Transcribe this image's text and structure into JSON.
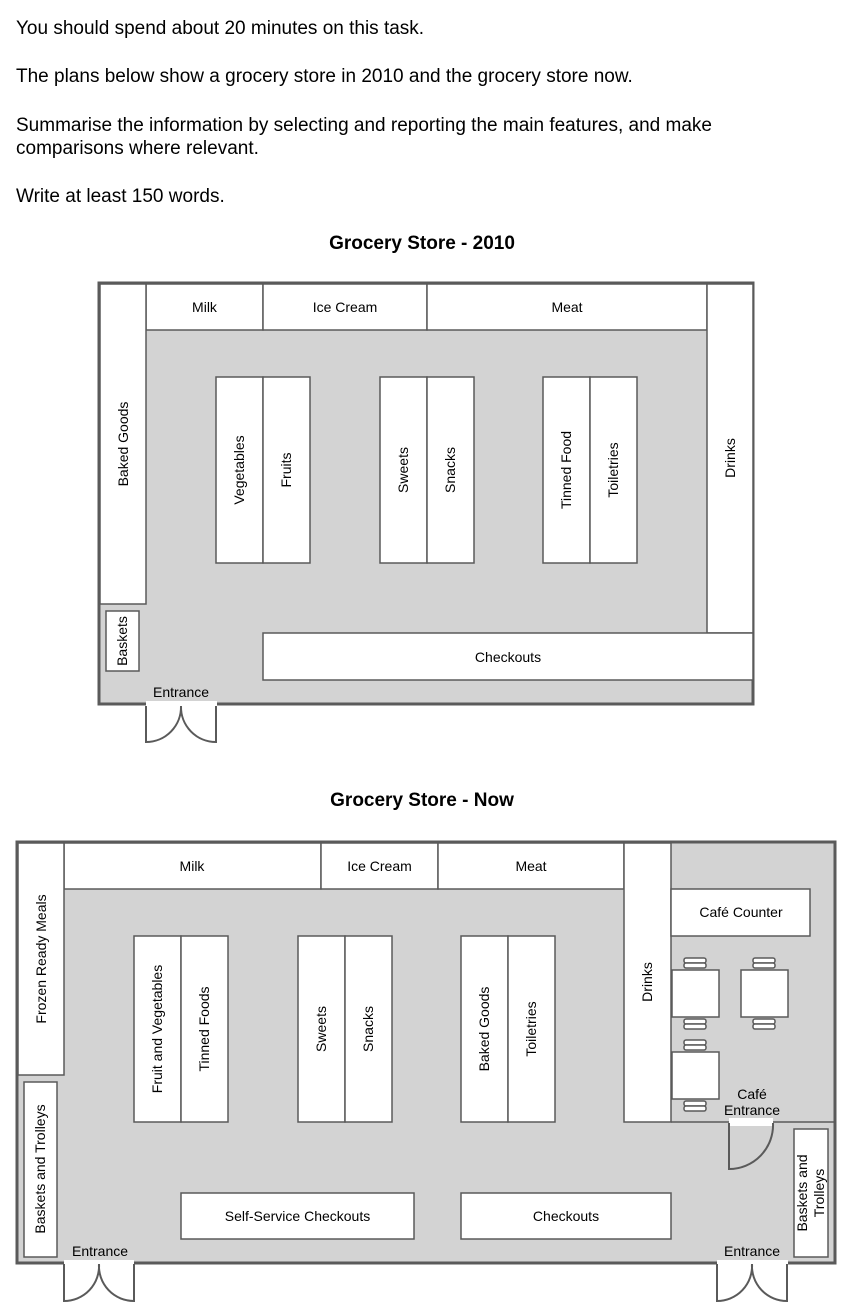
{
  "task": {
    "time": "You should spend about 20 minutes on this task.",
    "description": "The plans below show a grocery store in 2010 and the grocery store now.",
    "instruction_line1": "Summarise the information by selecting and reporting the main features, and make",
    "instruction_line2": "comparisons where relevant.",
    "word_count": "Write at least 150 words."
  },
  "plan_2010": {
    "title": "Grocery Store - 2010",
    "milk": "Milk",
    "ice_cream": "Ice Cream",
    "meat": "Meat",
    "baked_goods": "Baked Goods",
    "drinks": "Drinks",
    "vegetables": "Vegetables",
    "fruits": "Fruits",
    "sweets": "Sweets",
    "snacks": "Snacks",
    "tinned_food": "Tinned Food",
    "toiletries": "Toiletries",
    "baskets": "Baskets",
    "checkouts": "Checkouts",
    "entrance": "Entrance"
  },
  "plan_now": {
    "title": "Grocery Store - Now",
    "milk": "Milk",
    "ice_cream": "Ice Cream",
    "meat": "Meat",
    "frozen_ready_meals": "Frozen  Ready Meals",
    "drinks": "Drinks",
    "fruit_and_vegetables": "Fruit and Vegetables",
    "tinned_foods": "Tinned Foods",
    "sweets": "Sweets",
    "snacks": "Snacks",
    "baked_goods": "Baked Goods",
    "toiletries": "Toiletries",
    "cafe_counter": "Café Counter",
    "cafe_entrance_line1": "Café",
    "cafe_entrance_line2": "Entrance",
    "baskets_and_trolleys_left": "Baskets and Trolleys",
    "baskets_and_trolleys_right_line1": "Baskets and",
    "baskets_and_trolleys_right_line2": "Trolleys",
    "self_service_checkouts": "Self-Service Checkouts",
    "checkouts": "Checkouts",
    "entrance_left": "Entrance",
    "entrance_right": "Entrance"
  }
}
